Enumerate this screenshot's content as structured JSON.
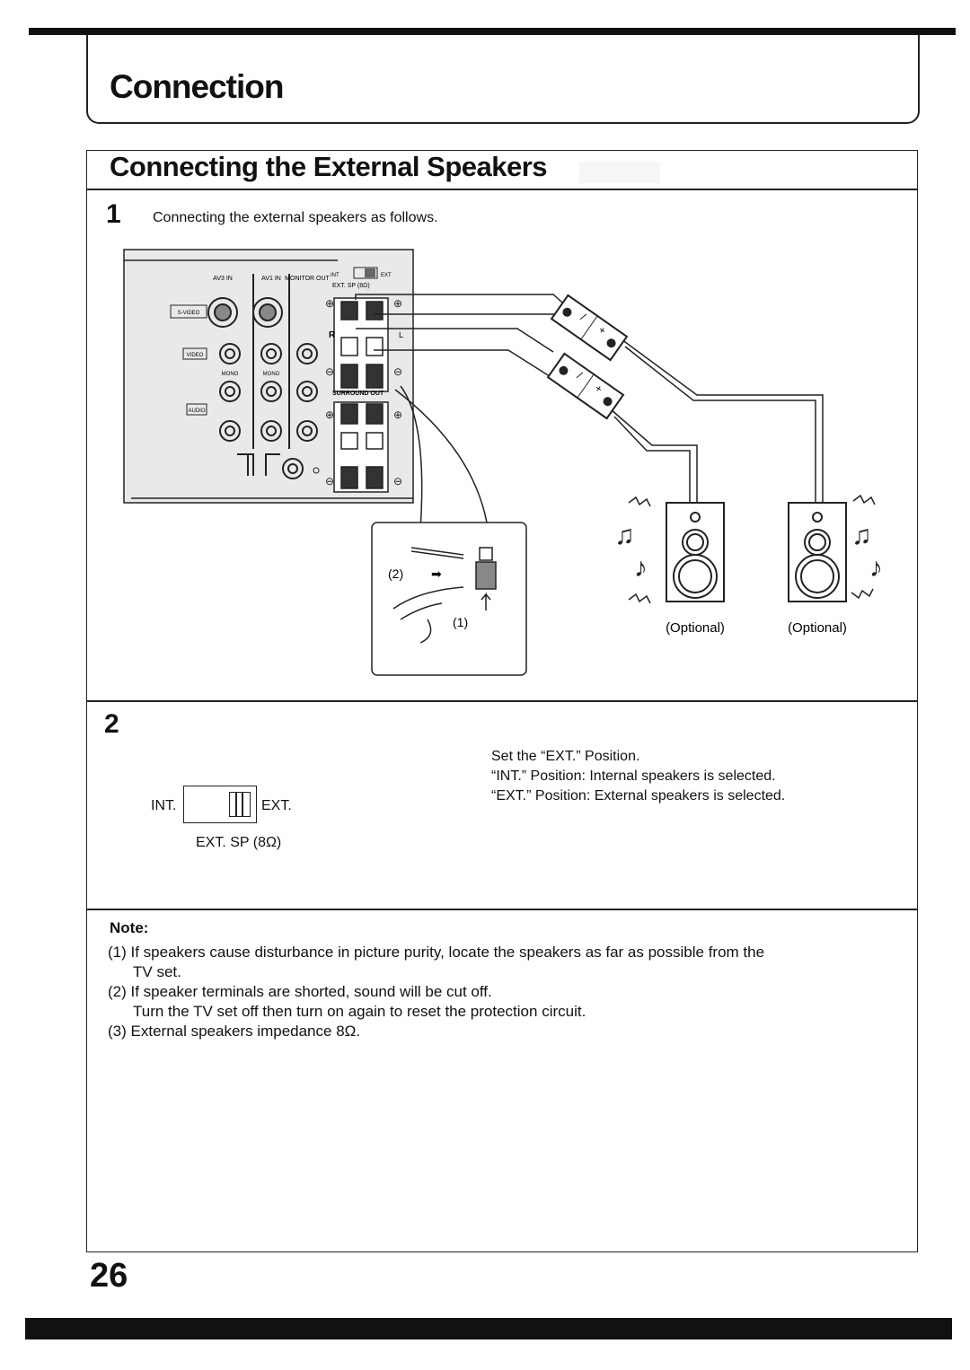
{
  "header": {
    "title": "Connection"
  },
  "section": {
    "title": "Connecting the External Speakers"
  },
  "step1": {
    "number": "1",
    "text": "Connecting the external speakers as follows.",
    "panel": {
      "jack_labels": [
        "AV3 IN",
        "AV1 IN",
        "MONITOR OUT"
      ],
      "switch_int": "INT",
      "switch_ext": "EXT",
      "ext_sp": "EXT. SP (8Ω)",
      "svideo": "S-VIDEO",
      "video": "VIDEO",
      "mono1": "MONO",
      "mono2": "MONO",
      "audio": "AUDIO",
      "surround": "SURROUND OUT",
      "r_label": "R",
      "l_label": "L"
    },
    "inset": {
      "step_a": "(2)",
      "step_b": "(1)"
    },
    "speakers": [
      {
        "label": "(Optional)"
      },
      {
        "label": "(Optional)"
      }
    ]
  },
  "step2": {
    "number": "2",
    "switch": {
      "int_label": "INT.",
      "ext_label": "EXT.",
      "sp_label": "EXT. SP (8Ω)"
    },
    "lines": [
      "Set the “EXT.” Position.",
      "“INT.” Position: Internal speakers is selected.",
      "“EXT.” Position: External speakers is selected."
    ]
  },
  "note": {
    "heading": "Note:",
    "items": [
      {
        "num": "(1)",
        "text": "If speakers cause disturbance in picture purity, locate the speakers as far as possible from the",
        "cont": "TV set."
      },
      {
        "num": "(2)",
        "text": "If speaker terminals are shorted, sound will be cut off.",
        "cont": "Turn the TV set off then turn on again to reset the protection circuit."
      },
      {
        "num": "(3)",
        "text": "External speakers impedance 8Ω.",
        "cont": ""
      }
    ]
  },
  "page_number": "26"
}
